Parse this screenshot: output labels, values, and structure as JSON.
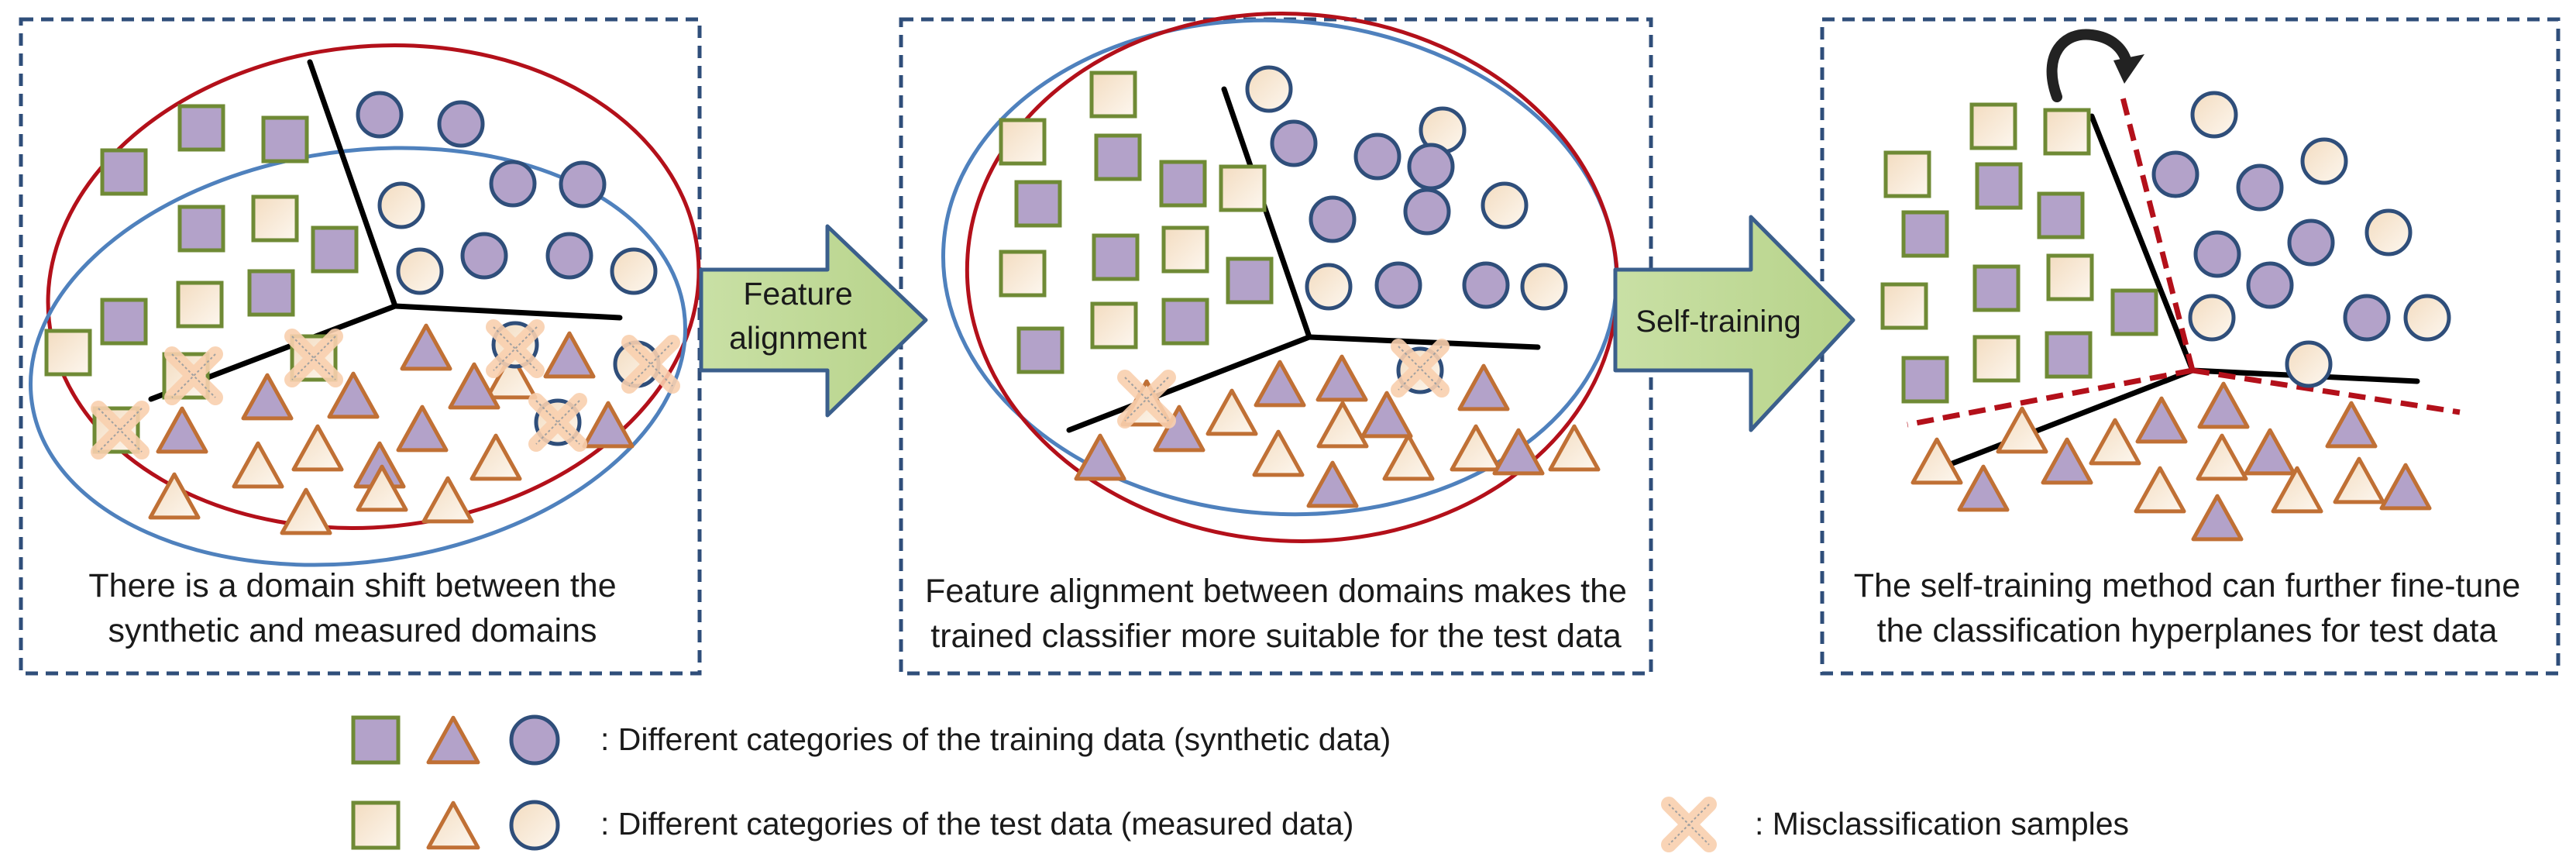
{
  "panels": [
    {
      "caption": [
        "There is a domain shift between the",
        "synthetic and measured domains"
      ]
    },
    {
      "caption": [
        "Feature alignment between domains makes the",
        "trained classifier more suitable for the test data"
      ]
    },
    {
      "caption": [
        "The self-training method can further fine-tune",
        "the classification hyperplanes for test data"
      ]
    }
  ],
  "arrows": [
    {
      "label": [
        "Feature",
        "alignment"
      ]
    },
    {
      "label": [
        "Self-training"
      ]
    }
  ],
  "legend": {
    "training": ": Different categories of the training data (synthetic data)",
    "test": ": Different categories of the test data (measured data)",
    "misclassified": ": Misclassification  samples"
  },
  "colors": {
    "train_fill": "#b3a2c9",
    "test_fill": "#f8ead9",
    "square_stroke": "#6f8a35",
    "triangle_stroke": "#c07035",
    "circle_stroke": "#2f4e7a",
    "ellipse_red": "#b3101a",
    "ellipse_blue": "#4f81bd",
    "panel_border": "#2f4e7a",
    "arrow_fill": "#c5dc9a",
    "arrow_stroke": "#3b5f8c",
    "hyperplane_dashed": "#b3101a",
    "misclass_fill": "#f8cfae"
  }
}
